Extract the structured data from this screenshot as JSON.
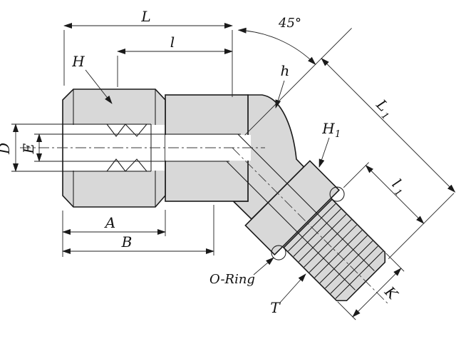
{
  "drawing": {
    "background": "#ffffff",
    "metal_fill": "#d8d8d8",
    "line_color": "#1a1a1a",
    "oring_fill": "#ffffff",
    "dims": {
      "L": "L",
      "l": "l",
      "angle": "45°",
      "H": "H",
      "h": "h",
      "H1": {
        "base": "H",
        "sub": "1"
      },
      "L1": {
        "base": "L",
        "sub": "1"
      },
      "l1": {
        "base": "l",
        "sub": "1"
      },
      "D": "D",
      "E": "E",
      "A": "A",
      "B": "B",
      "K": "K",
      "T": "T",
      "oring": "O-Ring"
    }
  }
}
